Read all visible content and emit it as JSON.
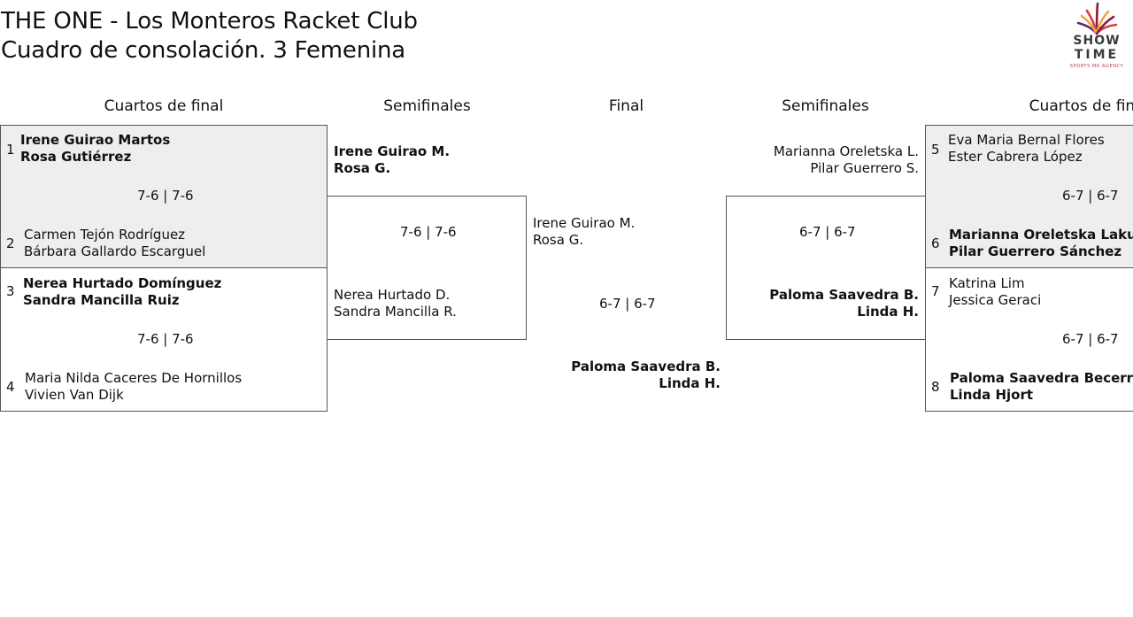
{
  "header": {
    "title_line1": "THE ONE - Los Monteros Racket Club",
    "title_line2": "Cuadro de consolación. 3 Femenina"
  },
  "logo": {
    "icon": "fireworks-burst-icon",
    "word1": "SHOW",
    "word2": "TIME",
    "tagline": "SPORTS MK AGENCY",
    "colors": [
      "#8a1c3c",
      "#d4413f",
      "#f0a64a",
      "#5c2a6e"
    ]
  },
  "columns": {
    "left_qf": "Cuartos de final",
    "left_sf": "Semifinales",
    "final": "Final",
    "right_sf": "Semifinales",
    "right_qf": "Cuartos de final"
  },
  "left_qf": {
    "m1": {
      "seed_a": "1",
      "a1": "Irene Guirao Martos",
      "a2": "Rosa Gutiérrez",
      "score": "7-6 | 7-6",
      "seed_b": "2",
      "b1": "Carmen Tejón Rodríguez",
      "b2": "Bárbara Gallardo Escarguel"
    },
    "m2": {
      "seed_a": "3",
      "a1": "Nerea Hurtado Domínguez",
      "a2": "Sandra Mancilla Ruiz",
      "score": "7-6 | 7-6",
      "seed_b": "4",
      "b1": "Maria Nilda Caceres De Hornillos",
      "b2": "Vivien Van Dijk"
    }
  },
  "left_sf": {
    "a1": "Irene Guirao M.",
    "a2": "Rosa G.",
    "score": "7-6 | 7-6",
    "b1": "Nerea Hurtado D.",
    "b2": "Sandra Mancilla R."
  },
  "final": {
    "a1": "Irene Guirao M.",
    "a2": "Rosa G.",
    "score": "6-7 | 6-7",
    "b1": "Paloma Saavedra B.",
    "b2": "Linda H."
  },
  "right_sf": {
    "a1": "Marianna Oreletska L.",
    "a2": "Pilar Guerrero S.",
    "score": "6-7 | 6-7",
    "b1": "Paloma Saavedra B.",
    "b2": "Linda H."
  },
  "right_qf": {
    "m1": {
      "seed_a": "5",
      "a1": "Eva Maria Bernal Flores",
      "a2": "Ester Cabrera López",
      "score": "6-7 | 6-7",
      "seed_b": "6",
      "b1": "Marianna Oreletska Lakusta",
      "b2": "Pilar Guerrero Sánchez"
    },
    "m2": {
      "seed_a": "7",
      "a1": "Katrina Lim",
      "a2": "Jessica Geraci",
      "score": "6-7 | 6-7",
      "seed_b": "8",
      "b1": "Paloma Saavedra Becerra",
      "b2": "Linda Hjort"
    }
  }
}
